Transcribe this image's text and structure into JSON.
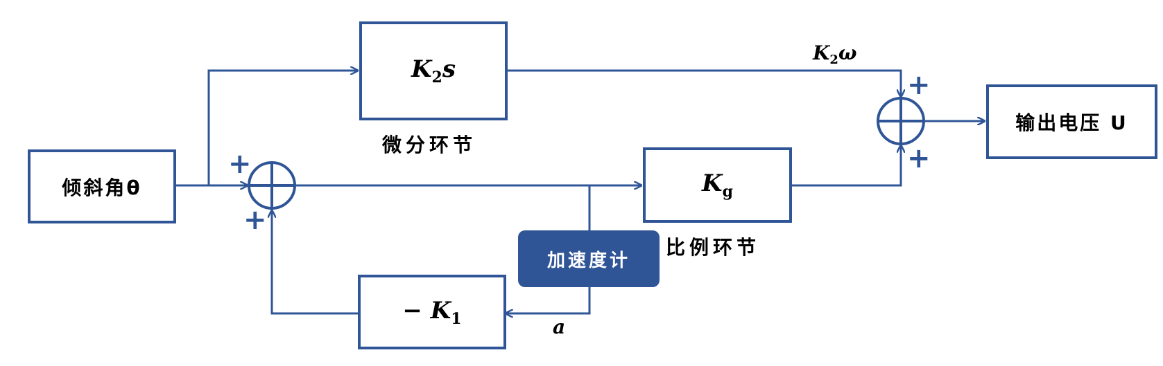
{
  "blocks": {
    "input": {
      "label": "倾斜角θ"
    },
    "derivative": {
      "k": "K",
      "sub": "2",
      "s": "s"
    },
    "proportional": {
      "k": "K",
      "sub": "g"
    },
    "feedback": {
      "prefix": "− ",
      "k": "K",
      "sub": "1"
    },
    "output": {
      "label": "输出电压 U"
    },
    "accelerometer": {
      "label": "加速度计"
    }
  },
  "captions": {
    "derivative": "微分环节",
    "proportional": "比例环节"
  },
  "signals": {
    "k2omega": {
      "k": "K",
      "sub": "2",
      "symbol": "ω"
    },
    "a": "a"
  },
  "signs": {
    "plus": "+"
  },
  "colors": {
    "stroke": "#2f5597",
    "accel_fill": "#2f5597"
  }
}
